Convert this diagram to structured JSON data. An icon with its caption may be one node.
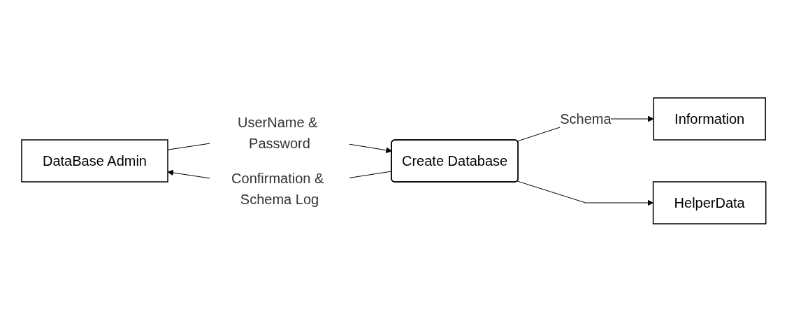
{
  "diagram": {
    "nodes": [
      {
        "text": [
          "DataBase Admin"
        ]
      },
      {
        "text": [
          "Create Database"
        ]
      },
      {
        "text": [
          "Information"
        ]
      },
      {
        "text": [
          "HelperData"
        ]
      }
    ],
    "edges": [
      {
        "from": 0,
        "to": 1,
        "arrow": "to",
        "label": "UserName & Password"
      },
      {
        "from": 1,
        "to": 0,
        "arrow": "to",
        "label": "Confirmation & Schema Log"
      },
      {
        "from": 1,
        "to": 2,
        "arrow": "to",
        "label": "Schema"
      },
      {
        "from": 1,
        "to": 3,
        "arrow": "to"
      }
    ]
  }
}
